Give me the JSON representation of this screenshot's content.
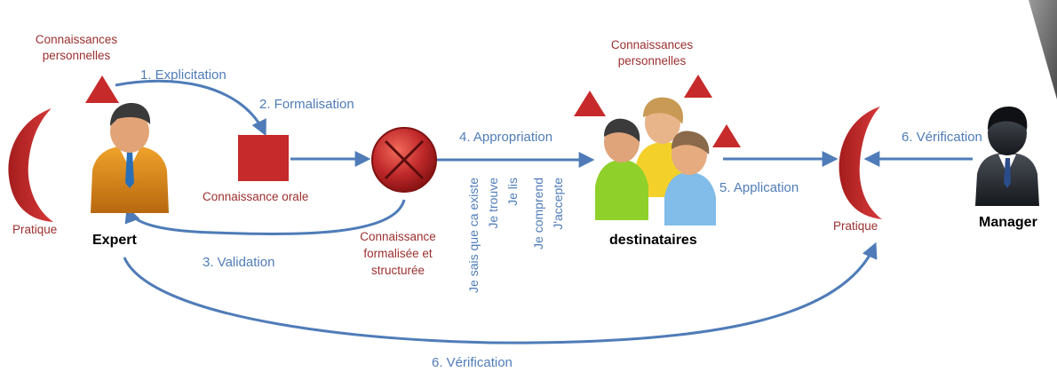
{
  "labels": {
    "connaissances_personnelles_left_1": "Connaissances",
    "connaissances_personnelles_left_2": "personnelles",
    "connaissances_personnelles_right_1": "Connaissances",
    "connaissances_personnelles_right_2": "personnelles",
    "pratique_left": "Pratique",
    "pratique_right": "Pratique",
    "expert": "Expert",
    "destinataires": "destinataires",
    "manager": "Manager",
    "connaissance_orale": "Connaissance orale",
    "connaissance_formalisee_1": "Connaissance",
    "connaissance_formalisee_2": "formalisée et",
    "connaissance_formalisee_3": "structurée"
  },
  "steps": {
    "explicitation": "1. Explicitation",
    "formalisation": "2. Formalisation",
    "validation": "3. Validation",
    "appropriation": "4. Appropriation",
    "application": "5. Application",
    "verification_top": "6. Vérification",
    "verification_bottom": "6. Vérification"
  },
  "appropriation_levels": [
    "Je sais que ca existe",
    "Je trouve",
    "Je lis",
    "Je comprend",
    "J'accepte"
  ],
  "colors": {
    "arrow_blue": "#4f7cb8",
    "knowledge_red": "#c0292b",
    "label_red": "#9c2f2f"
  },
  "icons": {
    "expert": "person-orange-jacket-icon",
    "destinataires": "group-of-people-icon",
    "manager": "person-dark-suit-icon"
  }
}
